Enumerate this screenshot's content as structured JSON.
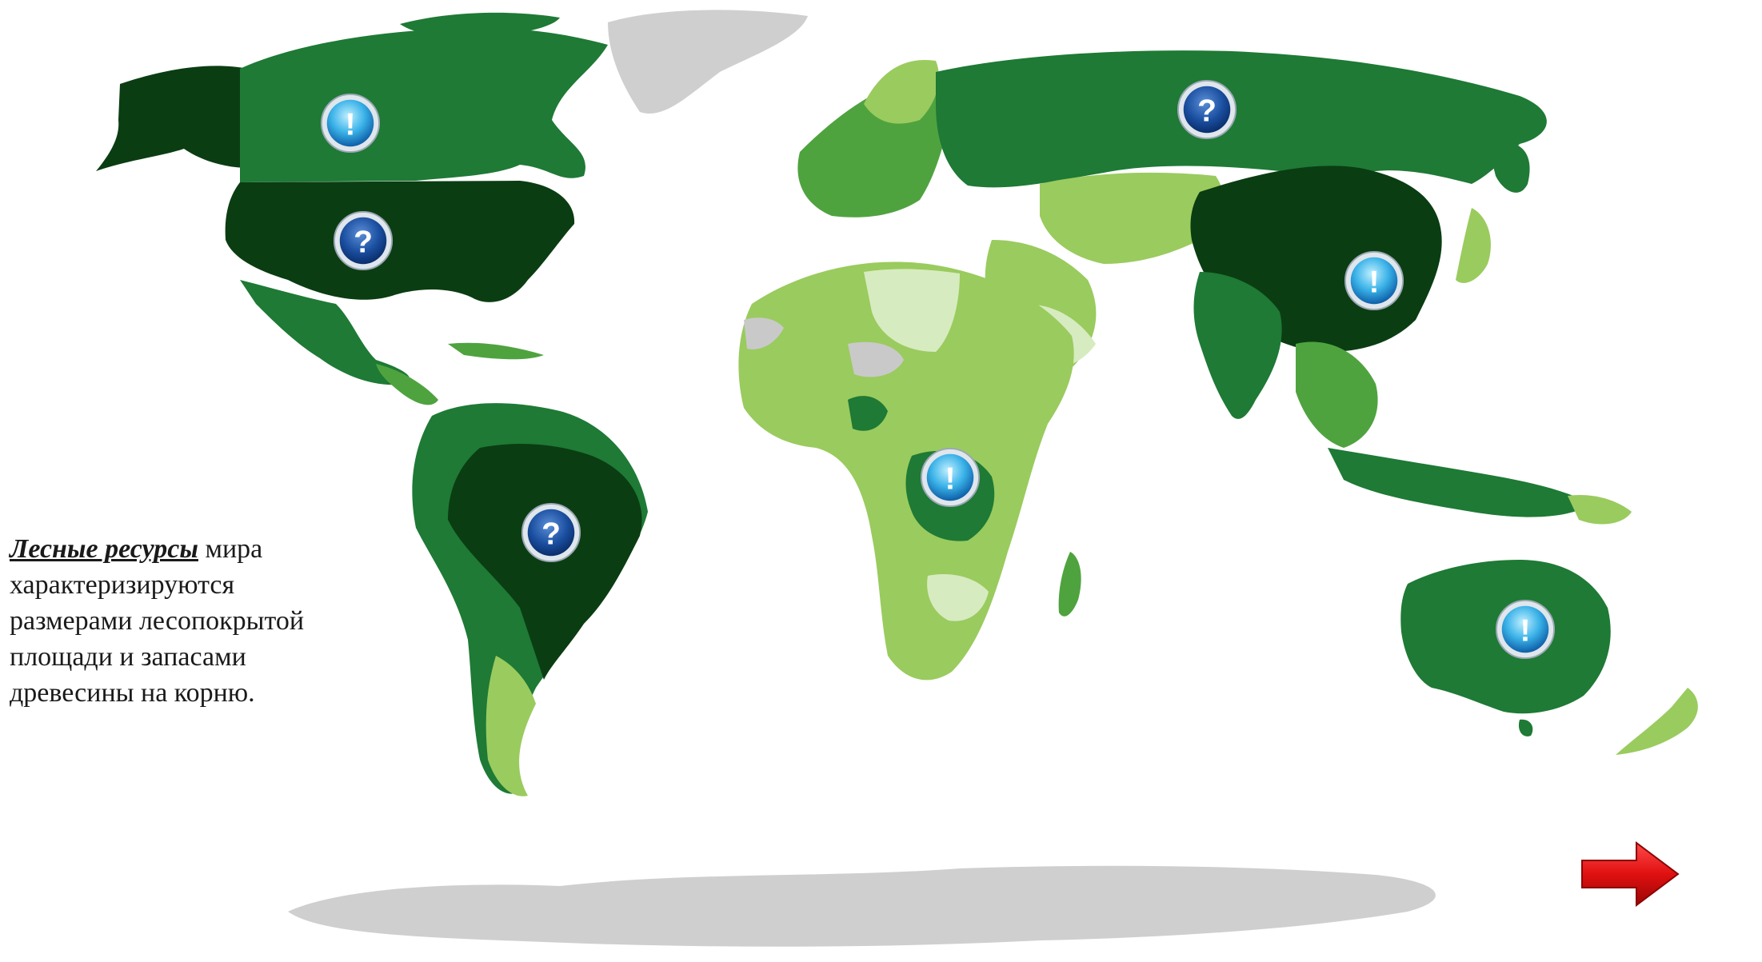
{
  "caption": {
    "term": "Лесные ресурсы",
    "rest": " мира характеризируются размерами лесопокрытой площади и запасами древесины на корню."
  },
  "markers": [
    {
      "region": "canada",
      "icon": "exclamation-icon",
      "symbol": "!"
    },
    {
      "region": "russia",
      "icon": "question-icon",
      "symbol": "?"
    },
    {
      "region": "usa",
      "icon": "question-icon",
      "symbol": "?"
    },
    {
      "region": "china",
      "icon": "exclamation-icon",
      "symbol": "!"
    },
    {
      "region": "congo",
      "icon": "exclamation-icon",
      "symbol": "!"
    },
    {
      "region": "brazil",
      "icon": "question-icon",
      "symbol": "?"
    },
    {
      "region": "australia",
      "icon": "exclamation-icon",
      "symbol": "!"
    }
  ],
  "legend_colors": {
    "forest_very_high": "#0b3d12",
    "forest_high": "#1e7a35",
    "forest_medium": "#4fa33f",
    "forest_low": "#9acb5e",
    "forest_very_low": "#d7ebc0",
    "no_data": "#c9c9c9",
    "antarctica": "#cfcfcf"
  },
  "next_button_color": "#e01010"
}
